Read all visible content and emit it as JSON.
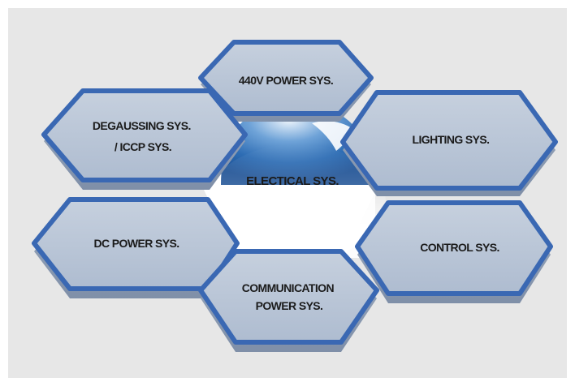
{
  "diagram": {
    "center": {
      "label": "ELECTICAL SYS."
    },
    "hexagons": [
      {
        "id": "top",
        "lines": [
          "440V POWER SYS."
        ]
      },
      {
        "id": "upper-left",
        "lines": [
          "DEGAUSSING SYS.",
          "/ ICCP SYS."
        ]
      },
      {
        "id": "upper-right",
        "lines": [
          "LIGHTING SYS."
        ]
      },
      {
        "id": "lower-left",
        "lines": [
          "DC POWER SYS."
        ]
      },
      {
        "id": "lower-right",
        "lines": [
          "CONTROL SYS."
        ]
      },
      {
        "id": "bottom",
        "lines": [
          "COMMUNICATION",
          "POWER SYS."
        ]
      }
    ],
    "colors": {
      "panel": "#e7e7e7",
      "hex_fill": "#b9c5d6",
      "hex_border": "#3a68b3",
      "hex_side": "#8e9db3",
      "sphere": "#2e6db4"
    }
  }
}
